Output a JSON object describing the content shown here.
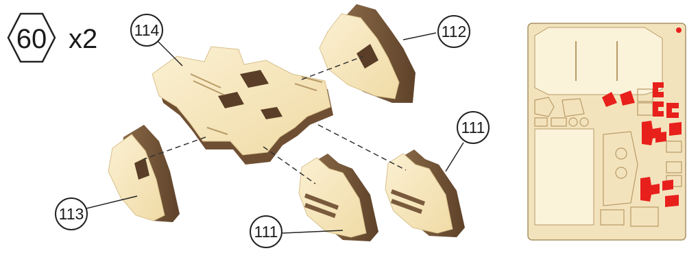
{
  "step": {
    "number": "60",
    "multiplier": "x2"
  },
  "callouts": {
    "c114": "114",
    "c112": "112",
    "c111_right": "111",
    "c111_bottom": "111",
    "c113": "113"
  },
  "colors": {
    "wood_light": "#f6e7c0",
    "wood_mid": "#eed7a4",
    "wood_dark": "#7a5a3c",
    "highlight_red": "#e8201c",
    "sheet_bg": "#f3e3bd",
    "outline": "#222222"
  }
}
